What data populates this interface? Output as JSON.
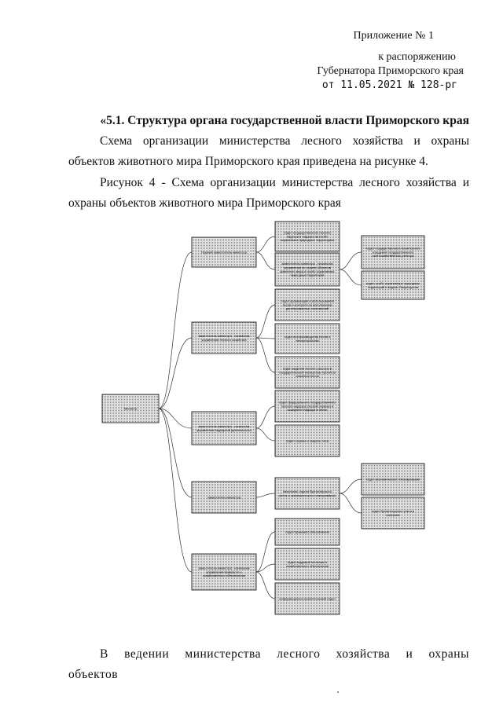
{
  "header": {
    "line1": "Приложение № 1",
    "line2": "к распоряжению",
    "line3": "Губернатора Приморского края",
    "line4": "от 11.05.2021 № 128-рг"
  },
  "section_title": "«5.1. Структура органа государственной власти Приморского края",
  "paragraph1": "Схема организации министерства лесного хозяйства и охраны объектов животного мира Приморского края приведена на рисунке 4.",
  "paragraph2": "Рисунок 4 - Схема организации министерства лесного хозяйства и охраны объектов животного мира Приморского края",
  "paragraph3": "В ведении министерства лесного хозяйства и охраны объектов",
  "diagram": {
    "root": "Министр",
    "level1": [
      "Первый заместитель министра",
      "заместитель министра - начальник управления лесного хозяйства",
      "заместитель министра - начальник управления надзорной деятельности",
      "заместитель министра",
      "заместитель министра - начальник управления правового и хозяйственного обеспечения"
    ],
    "level2": [
      "отдел государственного лесного надзора и надзора на особо охраняемых природных территориях",
      "заместитель министра - начальник управления по охране объектов животного мира и особо охраняемых природных территорий",
      "отдел организации и использования лесов и контроля за исполнением делегированных полномочий",
      "отдел воспроизводства лесов и лесоустройства",
      "отдел ведения лесного реестра и государственной экспертизы проектов освоения лесов",
      "отдел федерального государственного лесного надзора (лесной охраны) и пожарного надзора в лесах",
      "отдел охраны и защиты леса",
      "начальник отдела бухгалтерского учета и экономического планирования",
      "отдел правового обеспечения",
      "отдел кадровой политики и хозяйственного обеспечения",
      "информационно-аналитический отдел"
    ],
    "level3": [
      "отдел государственного мониторинга и ведения государственного охотхозяйственного реестра",
      "отдел особо охраняемых природных территорий и водных биоресурсов",
      "отдел экономического планирования",
      "отдел бухгалтерского учета и контроля"
    ]
  }
}
